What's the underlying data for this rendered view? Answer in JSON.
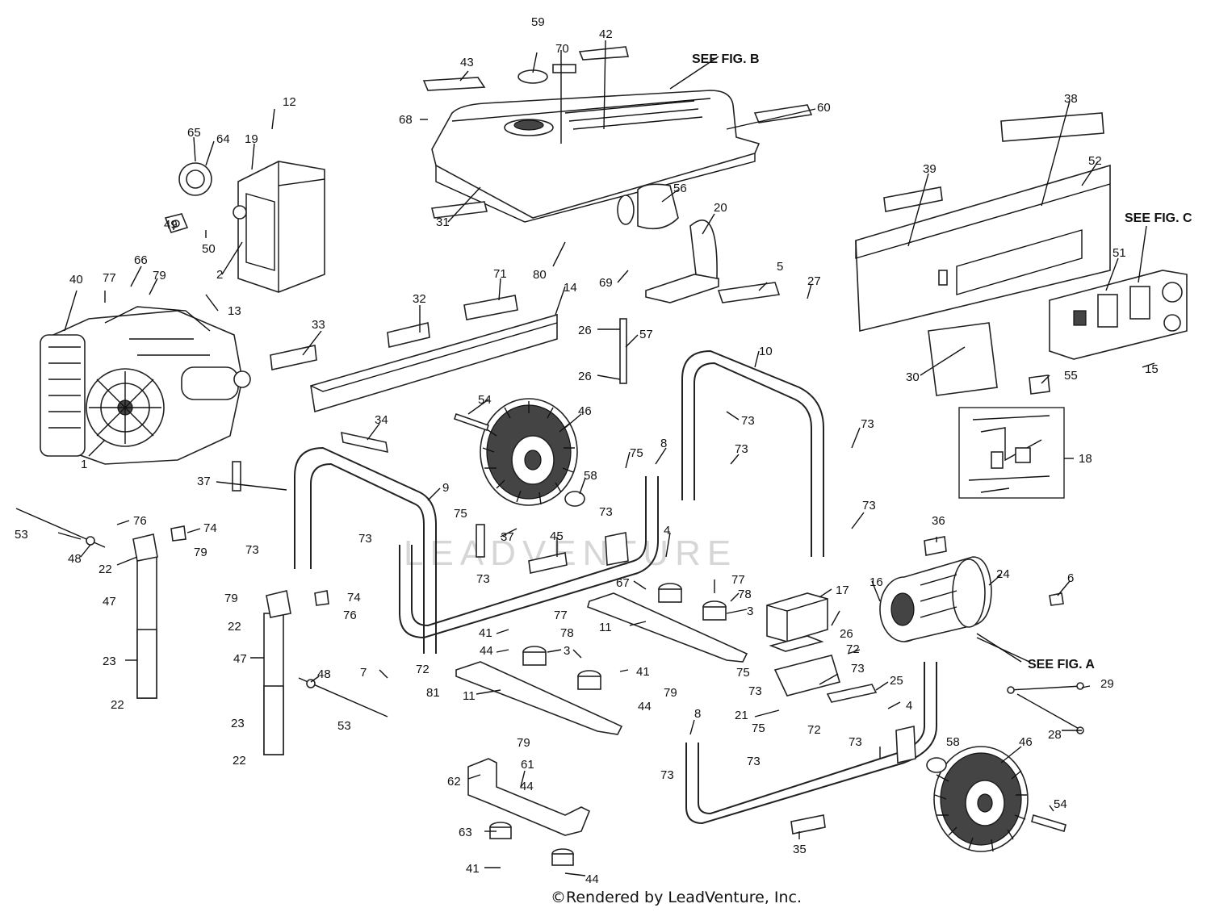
{
  "watermark": "LEADVENTURE",
  "footer": "©Rendered by LeadVenture, Inc.",
  "figure_refs": [
    "SEE FIG. B",
    "SEE FIG. C",
    "SEE FIG. A"
  ],
  "callouts": [
    "59",
    "42",
    "70",
    "43",
    "68",
    "60",
    "38",
    "12",
    "65",
    "64",
    "19",
    "39",
    "52",
    "31",
    "56",
    "20",
    "49",
    "50",
    "2",
    "80",
    "69",
    "5",
    "27",
    "51",
    "40",
    "77",
    "66",
    "79",
    "13",
    "32",
    "71",
    "14",
    "33",
    "26",
    "57",
    "10",
    "30",
    "55",
    "15",
    "34",
    "54",
    "46",
    "75",
    "8",
    "73",
    "18",
    "1",
    "37",
    "9",
    "58",
    "53",
    "76",
    "74",
    "48",
    "22",
    "45",
    "4",
    "36",
    "24",
    "6",
    "47",
    "77",
    "78",
    "17",
    "16",
    "3",
    "67",
    "11",
    "26",
    "72",
    "23",
    "41",
    "44",
    "7",
    "81",
    "25",
    "21",
    "29",
    "28",
    "62",
    "61",
    "63",
    "35"
  ]
}
